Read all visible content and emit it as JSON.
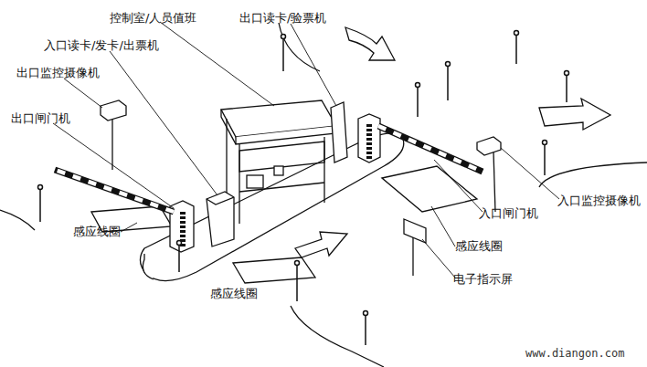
{
  "diagram": {
    "labels": [
      "控制室/人员值班",
      "出口读卡/验票机",
      "入口读卡/发卡/出票机",
      "出口监控摄像机",
      "出口闸门机",
      "感应线圈",
      "感应线圈",
      "入口闸门机",
      "感应线圈",
      "入口监控摄像机",
      "电子指示屏",
      "www.diangon.com"
    ]
  }
}
